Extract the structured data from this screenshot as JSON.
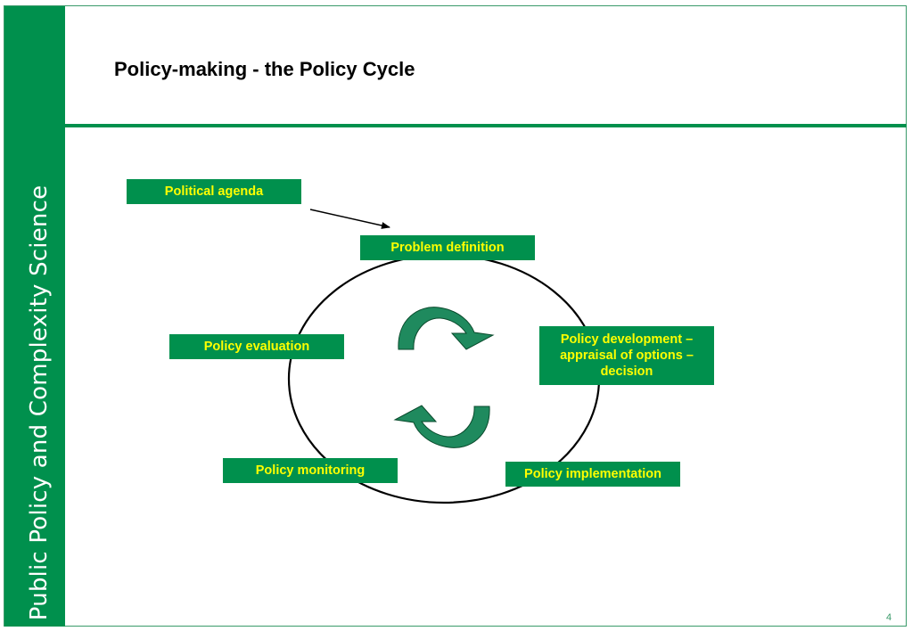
{
  "sidebar": {
    "text": "Public Policy and Complexity Science"
  },
  "slide": {
    "title": "Policy-making - the Policy Cycle",
    "page_number": "4"
  },
  "diagram": {
    "political_agenda": "Political agenda",
    "problem_definition": "Problem definition",
    "policy_development": "Policy development – appraisal of options – decision",
    "policy_implementation": "Policy implementation",
    "policy_monitoring": "Policy monitoring",
    "policy_evaluation": "Policy evaluation"
  },
  "colors": {
    "accent": "#00904d",
    "label_text": "#ffff00",
    "arrow_fill": "#1f8a5e"
  }
}
